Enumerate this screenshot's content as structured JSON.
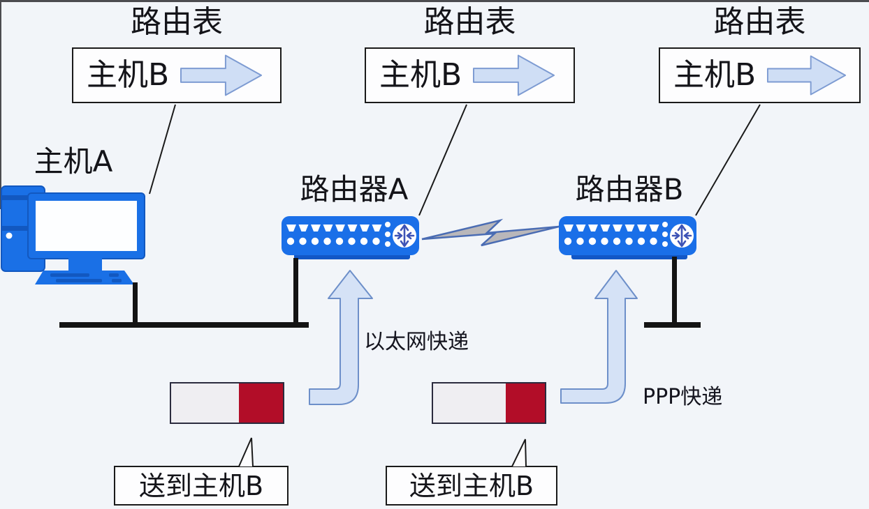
{
  "colors": {
    "background": "#f2f5f9",
    "device_blue": "#1a70e6",
    "device_blue_dark": "#1257c6",
    "packet_gray": "#efeef2",
    "packet_header_red": "#b20d28",
    "block_arrow_fill": "#cfdef5",
    "block_arrow_stroke": "#7d9bd2",
    "lightning_fill": "#b9b7ba",
    "lightning_stroke": "#4a6cb3",
    "line_black": "#141414",
    "text": "#141419"
  },
  "icons": {
    "route_next_hop": "right-block-arrow-icon",
    "host": "desktop-computer-icon",
    "router": "router-icon",
    "wan_link": "lightning-bolt-icon",
    "frame_delivery": "bent-up-arrow-icon"
  },
  "routing_tables": [
    {
      "title": "路由表",
      "destination": "主机B"
    },
    {
      "title": "路由表",
      "destination": "主机B"
    },
    {
      "title": "路由表",
      "destination": "主机B"
    }
  ],
  "host_a": {
    "label": "主机A"
  },
  "routers": [
    {
      "label": "路由器A"
    },
    {
      "label": "路由器B"
    }
  ],
  "deliveries": [
    {
      "label": "以太网快递"
    },
    {
      "label": "PPP快递"
    }
  ],
  "packet_notes": [
    {
      "label": "送到主机B"
    },
    {
      "label": "送到主机B"
    }
  ]
}
